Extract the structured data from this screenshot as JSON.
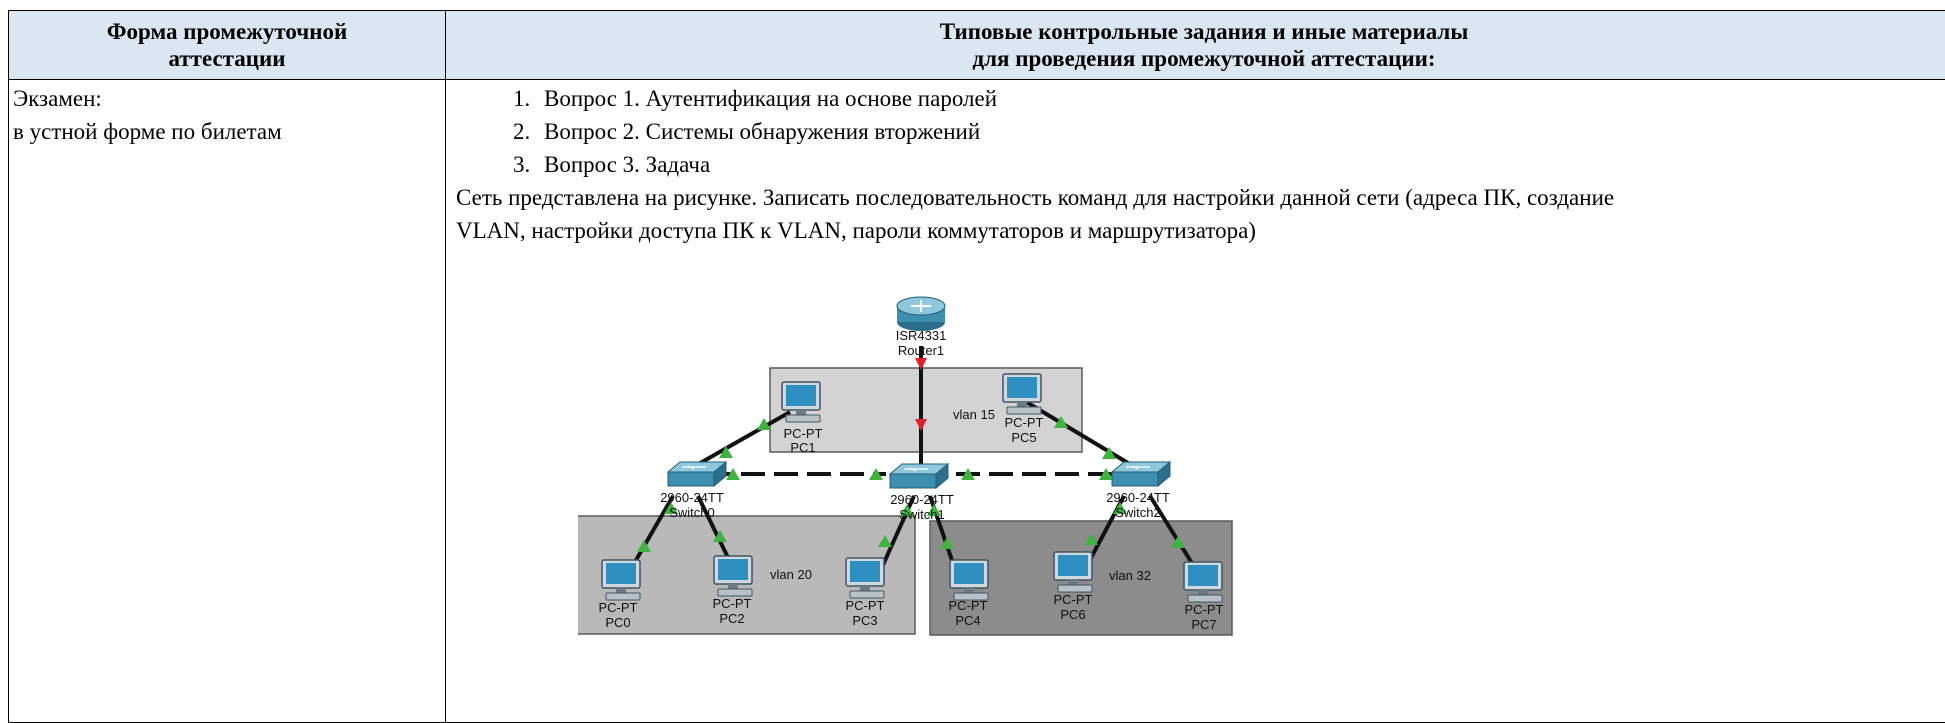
{
  "table": {
    "header_left_line1": "Форма промежуточной",
    "header_left_line2": "аттестации",
    "header_right_line1": "Типовые контрольные задания и иные материалы",
    "header_right_line2": "для проведения промежуточной аттестации:"
  },
  "left_cell": {
    "line1": "Экзамен:",
    "line2": "в устной форме по билетам"
  },
  "questions": [
    "Вопрос 1. Аутентификация на основе паролей",
    "Вопрос 2. Системы обнаружения вторжений",
    "Вопрос 3. Задача"
  ],
  "task_text_line1": "Сеть представлена на рисунке. Записать последовательность команд для настройки данной сети (адреса ПК, создание",
  "task_text_line2": "VLAN, настройки доступа ПК к VLAN, пароли коммутаторов и маршрутизатора)",
  "diagram": {
    "router": {
      "model": "ISR4331",
      "name": "Router1"
    },
    "switches": [
      {
        "model": "2960-24TT",
        "name": "Switch0"
      },
      {
        "model": "2960-24TT",
        "name": "Switch1"
      },
      {
        "model": "2960-24TT",
        "name": "Switch2"
      }
    ],
    "pcs": [
      {
        "type": "PC-PT",
        "name": "PC1"
      },
      {
        "type": "PC-PT",
        "name": "PC5"
      },
      {
        "type": "PC-PT",
        "name": "PC0"
      },
      {
        "type": "PC-PT",
        "name": "PC2"
      },
      {
        "type": "PC-PT",
        "name": "PC3"
      },
      {
        "type": "PC-PT",
        "name": "PC4"
      },
      {
        "type": "PC-PT",
        "name": "PC6"
      },
      {
        "type": "PC-PT",
        "name": "PC7"
      }
    ],
    "vlans": [
      "vlan 15",
      "vlan 20",
      "vlan 32"
    ],
    "colors": {
      "vlan15_fill": "#d3d3d3",
      "vlan20_fill": "#b9b9b9",
      "vlan32_fill": "#8c8c8c",
      "link_up": "#3fb23f",
      "router_link": "#e0202a",
      "device": "#3d8fb0"
    }
  }
}
